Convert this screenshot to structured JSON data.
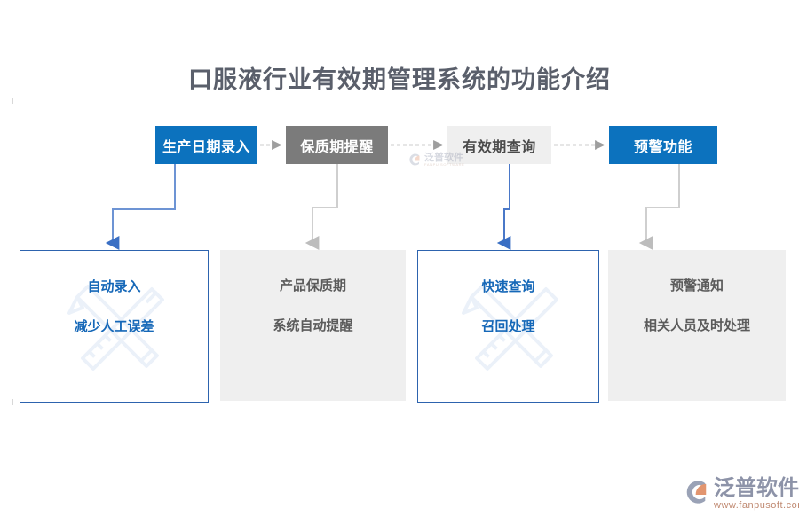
{
  "page": {
    "title": "口服液行业有效期管理系统的功能介绍",
    "background": "#ffffff",
    "accent_blue": "#0c72be",
    "accent_gray": "#7b7b7b",
    "light_gray": "#efefef",
    "outline_blue": "#2d63ae",
    "title_color": "#5a5f6b"
  },
  "flow": {
    "steps": [
      {
        "label": "生产日期录入",
        "style": "blue",
        "connector": "blue"
      },
      {
        "label": "保质期提醒",
        "style": "gray",
        "connector": "gray"
      },
      {
        "label": "有效期查询",
        "style": "light",
        "connector": "blue"
      },
      {
        "label": "预警功能",
        "style": "blue",
        "connector": "gray"
      }
    ],
    "arrow_style": "dashed-right-arrow"
  },
  "details": {
    "cards": [
      {
        "line1": "自动录入",
        "line2": "减少人工误差",
        "style": "outline",
        "watermark": "pencil-ruler"
      },
      {
        "line1": "产品保质期",
        "line2": "系统自动提醒",
        "style": "filled",
        "watermark": "none"
      },
      {
        "line1": "快速查询",
        "line2": "召回处理",
        "style": "outline",
        "watermark": "pencil-ruler"
      },
      {
        "line1": "预警通知",
        "line2": "相关人员及时处理",
        "style": "filled",
        "watermark": "none"
      }
    ]
  },
  "watermark_logo": {
    "name_cn": "泛普软件",
    "name_en": "FANPU SOFTWARE"
  },
  "brand": {
    "name_cn": "泛普软件",
    "url": "www.fanpusoft.com",
    "mark_primary": "#8d93a8",
    "mark_accent": "#e2956f"
  }
}
